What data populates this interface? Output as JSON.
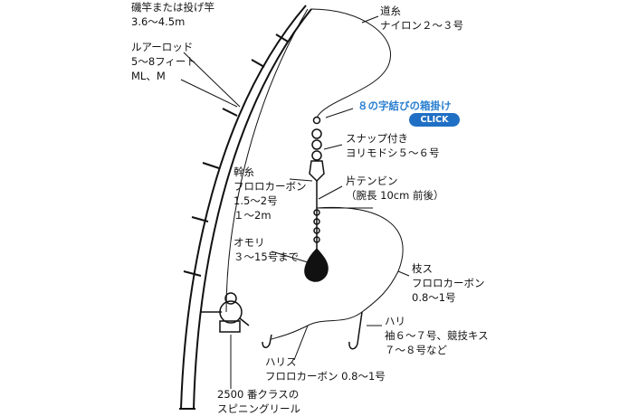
{
  "labels": {
    "rod1": "磯竿または投げ竿",
    "rod2": "3.6〜4.5m",
    "lure1": "ルアーロッド",
    "lure2": "5〜8フィート",
    "lure3": "ML、M",
    "line1": "道糸",
    "line2": "ナイロン２〜３号",
    "knot": "８の字結びの箱掛け",
    "click": "CLICK",
    "snap1": "スナップ付き",
    "snap2": "ヨリモドシ５〜６号",
    "ten1": "片テンビン",
    "ten2": "（腕長 10cm 前後）",
    "main1": "幹糸",
    "main2": "フロロカーボン",
    "main3": "1.5〜2号",
    "main4": "１〜2m",
    "sink1": "オモリ",
    "sink2": "３〜15号まで",
    "branch1": "枝ス",
    "branch2": "フロロカーボン",
    "branch3": "0.8〜1号",
    "hook1": "ハリ",
    "hook2": "袖６〜７号、競技キス",
    "hook3": "７〜８号など",
    "harisu1": "ハリス",
    "harisu2": "フロロカーボン 0.8〜1号",
    "reel1": "2500 番クラスの",
    "reel2": "スピニングリール"
  },
  "colors": {
    "accent": "#2a7fd0",
    "button": "#1f6fc4"
  }
}
